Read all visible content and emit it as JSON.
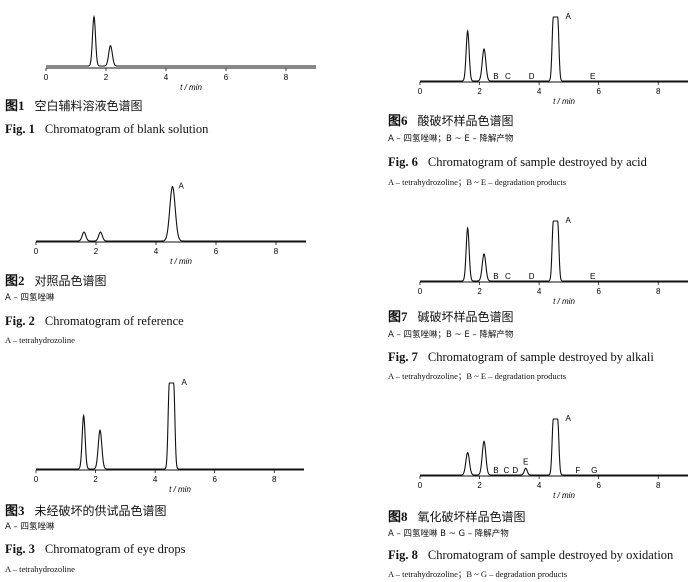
{
  "figures": [
    {
      "id": "fig1",
      "caption_cn": {
        "num": "图1",
        "text": "空白辅料溶液色谱图"
      },
      "caption_en": {
        "num": "Fig. 1",
        "text": "Chromatogram of blank solution"
      },
      "legend_cn": "",
      "legend_en": ""
    },
    {
      "id": "fig2",
      "caption_cn": {
        "num": "图2",
        "text": "对照品色谱图"
      },
      "caption_en": {
        "num": "Fig. 2",
        "text": "Chromatogram of reference"
      },
      "legend_cn": "A – 四氢唑啉",
      "legend_en": "A – tetrahydrozoline"
    },
    {
      "id": "fig3",
      "caption_cn": {
        "num": "图3",
        "text": "未经破坏的供试品色谱图"
      },
      "caption_en": {
        "num": "Fig. 3",
        "text": "Chromatogram of eye drops"
      },
      "legend_cn": "A – 四氢唑啉",
      "legend_en": "A – tetrahydrozoline"
    },
    {
      "id": "fig6",
      "caption_cn": {
        "num": "图6",
        "text": "酸破坏样品色谱图"
      },
      "caption_en": {
        "num": "Fig. 6",
        "text": "Chromatogram of sample destroyed by acid"
      },
      "legend_cn": "A – 四氢唑啉；B ~ E – 降解产物",
      "legend_en": "A – tetrahydrozoline；B ~ E – degradation products"
    },
    {
      "id": "fig7",
      "caption_cn": {
        "num": "图7",
        "text": "碱破坏样品色谱图"
      },
      "caption_en": {
        "num": "Fig. 7",
        "text": "Chromatogram of sample destroyed by alkali"
      },
      "legend_cn": "A – 四氢唑啉；B ~ E – 降解产物",
      "legend_en": "A – tetrahydrozoline；B ~ E – degradation products"
    },
    {
      "id": "fig8",
      "caption_cn": {
        "num": "图8",
        "text": "氧化破坏样品色谱图"
      },
      "caption_en": {
        "num": "Fig. 8",
        "text": "Chromatogram of sample destroyed by oxidation"
      },
      "legend_cn": "A – 四氢唑啉  B ~ G – 降解产物",
      "legend_en": "A – tetrahydrozoline；B ~ G – degradation products"
    }
  ],
  "chart_data": [
    {
      "type": "line",
      "id": "fig1",
      "xlabel": "t / min",
      "xlim": [
        0,
        9
      ],
      "xticks": [
        0,
        2,
        4,
        6,
        8
      ],
      "peaks": [
        {
          "t": 1.6,
          "h": 0.85,
          "w": 0.05,
          "label": ""
        },
        {
          "t": 2.15,
          "h": 0.35,
          "w": 0.06,
          "label": ""
        }
      ]
    },
    {
      "type": "line",
      "id": "fig2",
      "xlabel": "t / min",
      "xlim": [
        0,
        9
      ],
      "xticks": [
        0,
        2,
        4,
        6,
        8
      ],
      "peaks": [
        {
          "t": 1.6,
          "h": 0.14,
          "w": 0.06,
          "label": ""
        },
        {
          "t": 2.15,
          "h": 0.14,
          "w": 0.06,
          "label": ""
        },
        {
          "t": 4.55,
          "h": 0.85,
          "w": 0.09,
          "label": "A"
        }
      ]
    },
    {
      "type": "line",
      "id": "fig3",
      "xlabel": "t / min",
      "xlim": [
        0,
        9
      ],
      "xticks": [
        0,
        2,
        4,
        6,
        8
      ],
      "peaks": [
        {
          "t": 1.6,
          "h": 0.62,
          "w": 0.05,
          "label": ""
        },
        {
          "t": 2.15,
          "h": 0.45,
          "w": 0.06,
          "label": ""
        },
        {
          "t": 4.55,
          "h": 1.0,
          "w": 0.13,
          "label": "A",
          "flat": true
        }
      ]
    },
    {
      "type": "line",
      "id": "fig6",
      "xlabel": "t / min",
      "xlim": [
        0,
        9
      ],
      "xticks": [
        0,
        2,
        4,
        6,
        8
      ],
      "peaks": [
        {
          "t": 1.6,
          "h": 0.78,
          "w": 0.05,
          "label": ""
        },
        {
          "t": 2.15,
          "h": 0.5,
          "w": 0.06,
          "label": ""
        },
        {
          "t": 2.55,
          "h": 0.0,
          "w": 0.04,
          "label": "B"
        },
        {
          "t": 2.95,
          "h": 0.0,
          "w": 0.04,
          "label": "C"
        },
        {
          "t": 3.75,
          "h": 0.0,
          "w": 0.04,
          "label": "D"
        },
        {
          "t": 4.55,
          "h": 1.0,
          "w": 0.13,
          "label": "A",
          "flat": true
        },
        {
          "t": 5.8,
          "h": 0.0,
          "w": 0.04,
          "label": "E"
        }
      ]
    },
    {
      "type": "line",
      "id": "fig7",
      "xlabel": "t / min",
      "xlim": [
        0,
        9
      ],
      "xticks": [
        0,
        2,
        4,
        6,
        8
      ],
      "peaks": [
        {
          "t": 1.6,
          "h": 0.88,
          "w": 0.05,
          "label": ""
        },
        {
          "t": 2.15,
          "h": 0.45,
          "w": 0.06,
          "label": ""
        },
        {
          "t": 2.55,
          "h": 0.0,
          "w": 0.04,
          "label": "B"
        },
        {
          "t": 2.95,
          "h": 0.0,
          "w": 0.04,
          "label": "C"
        },
        {
          "t": 3.75,
          "h": 0.0,
          "w": 0.04,
          "label": "D"
        },
        {
          "t": 4.55,
          "h": 1.0,
          "w": 0.13,
          "label": "A",
          "flat": true
        },
        {
          "t": 5.8,
          "h": 0.0,
          "w": 0.04,
          "label": "E"
        }
      ]
    },
    {
      "type": "line",
      "id": "fig8",
      "xlabel": "t / min",
      "xlim": [
        0,
        9
      ],
      "xticks": [
        0,
        2,
        4,
        6,
        8
      ],
      "peaks": [
        {
          "t": 1.6,
          "h": 0.4,
          "w": 0.06,
          "label": ""
        },
        {
          "t": 2.15,
          "h": 0.6,
          "w": 0.06,
          "label": ""
        },
        {
          "t": 2.55,
          "h": 0.0,
          "w": 0.04,
          "label": "B"
        },
        {
          "t": 2.9,
          "h": 0.0,
          "w": 0.04,
          "label": "C"
        },
        {
          "t": 3.2,
          "h": 0.0,
          "w": 0.04,
          "label": "D"
        },
        {
          "t": 3.55,
          "h": 0.12,
          "w": 0.05,
          "label": "E"
        },
        {
          "t": 4.55,
          "h": 1.0,
          "w": 0.13,
          "label": "A",
          "flat": true
        },
        {
          "t": 5.3,
          "h": 0.0,
          "w": 0.04,
          "label": "F"
        },
        {
          "t": 5.85,
          "h": 0.0,
          "w": 0.04,
          "label": "G"
        }
      ]
    }
  ]
}
